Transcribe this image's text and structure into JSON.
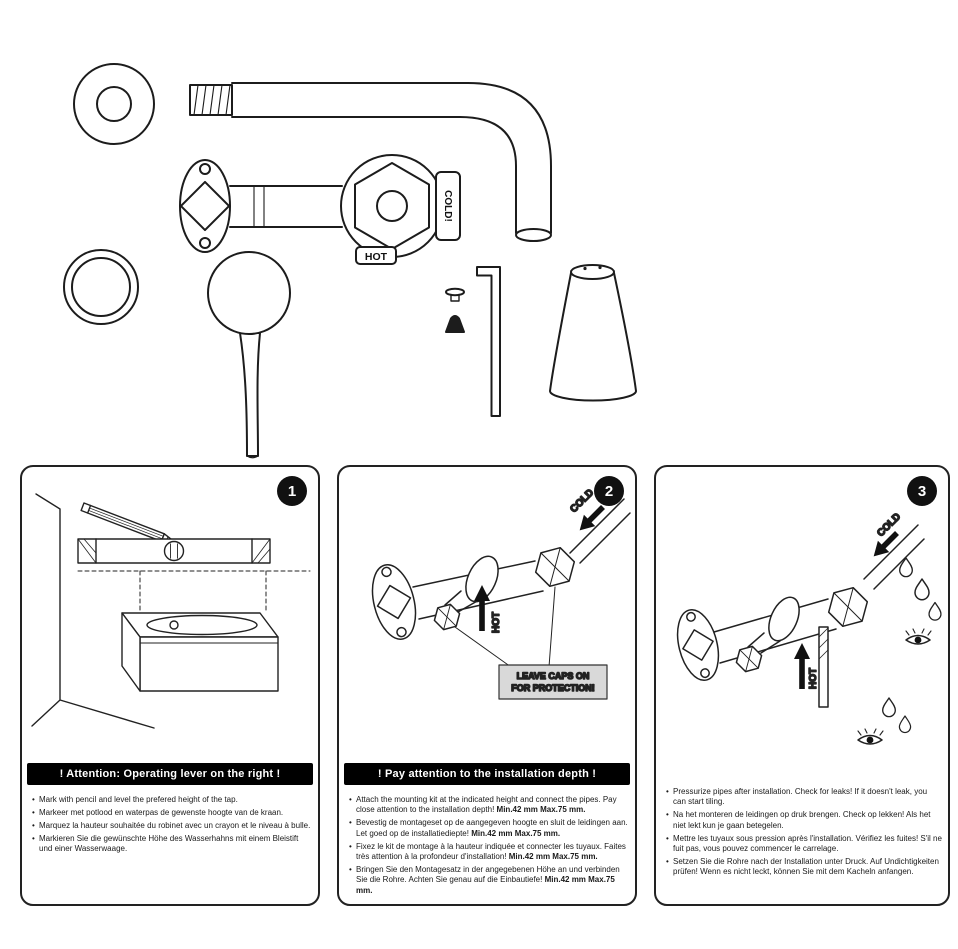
{
  "parts": {
    "hot_label": "HOT",
    "cold_label": "COLD!"
  },
  "steps": [
    {
      "number": "1",
      "banner": "! Attention: Operating lever on the right !",
      "bullets": [
        "Mark with pencil and level the prefered height of the tap.",
        "Markeer met potlood en waterpas de gewenste hoogte van de kraan.",
        "Marquez la hauteur souhaitée du robinet avec un crayon et le niveau à bulle.",
        "Markieren Sie die gewünschte Höhe des Wasserhahns mit einem Bleistift und einer Wasserwaage."
      ]
    },
    {
      "number": "2",
      "banner": "! Pay attention to the installation depth !",
      "cold_label": "COLD",
      "hot_label": "HOT",
      "callout_line1": "LEAVE CAPS ON",
      "callout_line2": "FOR PROTECTION!",
      "bullets": [
        {
          "text": "Attach the mounting kit at the indicated height and connect the pipes. Pay close attention to the installation depth! ",
          "bold": "Min.42 mm Max.75 mm."
        },
        {
          "text": "Bevestig de montageset op de aangegeven hoogte en sluit de leidingen aan. Let goed op de installatiediepte! ",
          "bold": "Min.42 mm Max.75 mm."
        },
        {
          "text": "Fixez le kit de montage à la hauteur indiquée et connecter les tuyaux. Faites très attention à la profondeur d'installation! ",
          "bold": "Min.42 mm Max.75 mm."
        },
        {
          "text": "Bringen Sie den Montagesatz in der angegebenen Höhe an und verbinden Sie die Rohre. Achten Sie genau auf die Einbautiefe! ",
          "bold": "Min.42 mm Max.75 mm."
        }
      ]
    },
    {
      "number": "3",
      "cold_label": "COLD",
      "hot_label": "HOT",
      "bullets": [
        "Pressurize pipes after installation. Check for leaks! If it doesn't leak, you can start tiling.",
        "Na het monteren de leidingen op druk brengen. Check op lekken! Als het niet lekt kun je gaan betegelen.",
        "Mettre les tuyaux sous pression après l'installation. Vérifiez les fuites! S'il ne fuit pas, vous pouvez commencer le carrelage.",
        "Setzen Sie die Rohre nach der Installation unter Druck. Auf Undichtigkeiten prüfen! Wenn es nicht leckt, können Sie mit dem Kacheln anfangen."
      ]
    }
  ]
}
